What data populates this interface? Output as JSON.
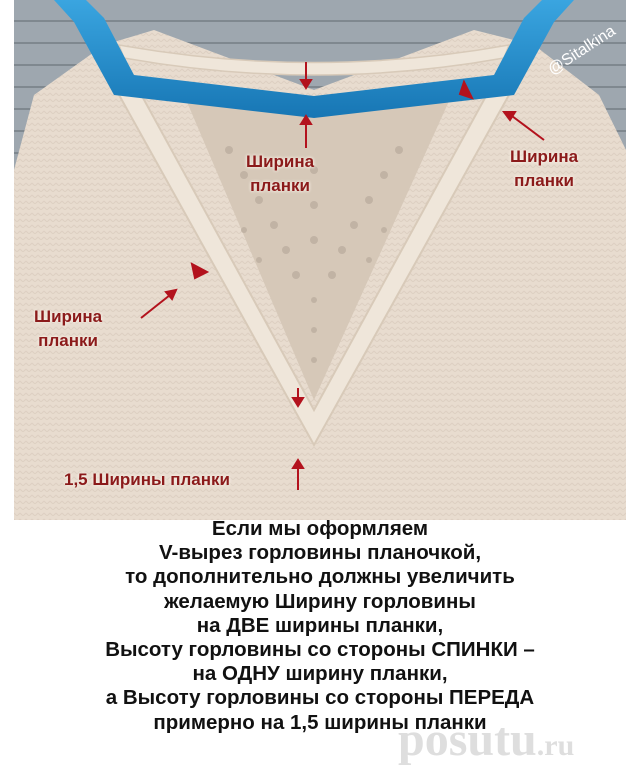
{
  "watermark_handle": "@Sitalkina",
  "site_watermark": {
    "name": "posutu",
    "tld": ".ru"
  },
  "annotations": {
    "center": [
      "Ширина",
      "планки"
    ],
    "right": [
      "Ширина",
      "планки"
    ],
    "left": [
      "Ширина",
      "планки"
    ],
    "bottom": "1,5 Ширины планки"
  },
  "caption": [
    "Если мы оформляем",
    "V-вырез горловины планочкой,",
    "то дополнительно должны увеличить",
    "желаемую Ширину горловины",
    "на ДВЕ ширины планки,",
    "Высоту горловины со стороны СПИНКИ –",
    "на ОДНУ ширину планки,",
    "а Высоту горловины со стороны ПЕРЕДА",
    "примерно на 1,5 ширины планки"
  ],
  "colors": {
    "annotation": "#8b1a1a",
    "hanger": "#1f8fd1",
    "fabric": "#e9ddd0",
    "background": "#9aa3ab"
  }
}
